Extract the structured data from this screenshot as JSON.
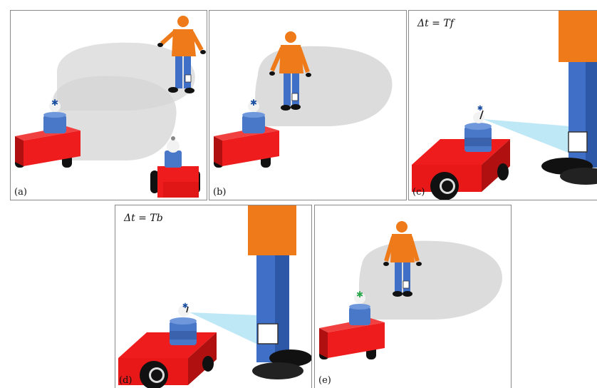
{
  "panels": [
    {
      "label": "(a)"
    },
    {
      "label": "(b)"
    },
    {
      "label": "(c)",
      "formula": "Δt = Tf"
    },
    {
      "label": "(d)",
      "formula": "Δt = Tb"
    },
    {
      "label": "(e)"
    }
  ],
  "colors": {
    "robot_body": "#ee1c1c",
    "robot_body_side": "#b01010",
    "sensor_base": "#4a78c8",
    "human_shirt": "#ee7a1a",
    "human_pants": "#3f6fc6",
    "detection_area": "#dcdcdc",
    "sensor_beam": "#bfe8f7",
    "sensor_dot_active": "#1a4fa0",
    "sensor_dot_idle": "#888888",
    "sensor_dot_found": "#2aa84a"
  }
}
